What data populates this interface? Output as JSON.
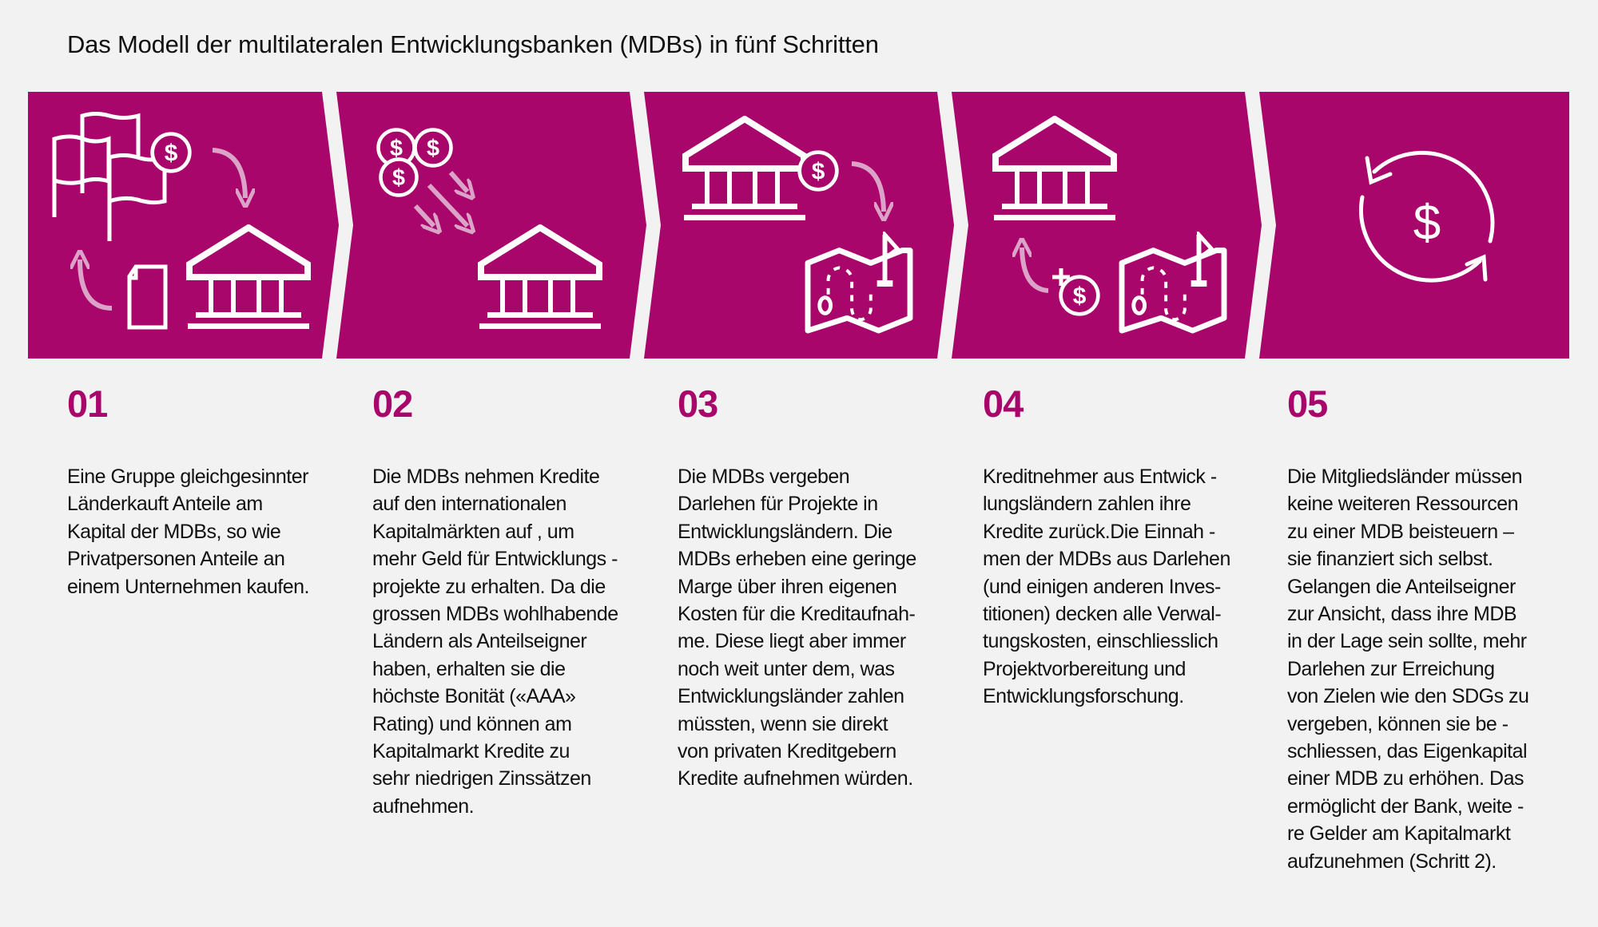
{
  "title": "Das Modell der multilateralen Entwicklungsbanken (MDBs) in fünf Schritten",
  "colors": {
    "accent": "#a8066a",
    "arrow": "#dca3c8",
    "background": "#f2f2f2"
  },
  "steps": [
    {
      "number": "01",
      "icons": [
        "flags-icon",
        "dollar-coin-icon",
        "arrow-icon",
        "document-icon",
        "bank-icon"
      ],
      "lines": [
        "Eine Gruppe gleichgesinnter",
        "Länderkauft Anteile am",
        "Kapital der MDBs, so wie",
        "Privatpersonen Anteile an",
        "einem Unternehmen kaufen."
      ]
    },
    {
      "number": "02",
      "icons": [
        "dollar-coins-icon",
        "arrows-icon",
        "bank-icon"
      ],
      "lines": [
        "Die MDBs nehmen Kredite",
        "auf den internationalen",
        "Kapitalmärkten auf , um",
        "mehr Geld für Entwicklungs -",
        "projekte zu erhalten. Da die",
        "grossen MDBs wohlhabende",
        "Ländern als Anteilseigner",
        "haben, erhalten sie die",
        "höchste Bonität («AAA»",
        "Rating) und können am",
        "Kapitalmarkt Kredite zu",
        "sehr niedrigen Zinssätzen",
        "aufnehmen."
      ]
    },
    {
      "number": "03",
      "icons": [
        "bank-icon",
        "dollar-coin-icon",
        "arrow-icon",
        "map-icon"
      ],
      "lines": [
        "Die MDBs  vergeben",
        "Darlehen für Projekte in",
        "Entwicklungsländern. Die",
        "MDBs erheben eine geringe",
        "Marge über ihren eigenen",
        "Kosten für die Kreditaufnah-",
        "me. Diese liegt aber immer",
        "noch weit unter dem, was",
        "Entwicklungsländer zahlen",
        "müssten, wenn sie direkt",
        "von privaten Kreditgebern",
        "Kredite aufnehmen würden."
      ]
    },
    {
      "number": "04",
      "icons": [
        "bank-icon",
        "arrow-icon",
        "plus-dollar-icon",
        "map-icon"
      ],
      "lines": [
        "Kreditnehmer aus Entwick -",
        "lungsländern  zahlen ihre",
        "Kredite zurück.Die Einnah -",
        "men der MDBs aus Darlehen",
        "(und einigen anderen Inves-",
        "titionen) decken alle Verwal-",
        "tungskosten, einschliesslich",
        "Projektvorbereitung und",
        "Entwicklungsforschung."
      ]
    },
    {
      "number": "05",
      "icons": [
        "cycle-dollar-icon"
      ],
      "lines": [
        "Die Mitgliedsländer müssen",
        "keine weiteren Ressourcen",
        "zu einer MDB beisteuern –",
        "sie finanziert sich selbst.",
        "Gelangen die Anteilseigner",
        "zur Ansicht, dass ihre MDB",
        "in der Lage sein sollte, mehr",
        "Darlehen zur Erreichung",
        "von Zielen wie den SDGs zu",
        "vergeben, können sie be -",
        "schliessen, das Eigenkapital",
        "einer MDB zu erhöhen. Das",
        "ermöglicht der Bank, weite -",
        "re Gelder am Kapitalmarkt",
        "aufzunehmen (Schritt 2)."
      ]
    }
  ]
}
